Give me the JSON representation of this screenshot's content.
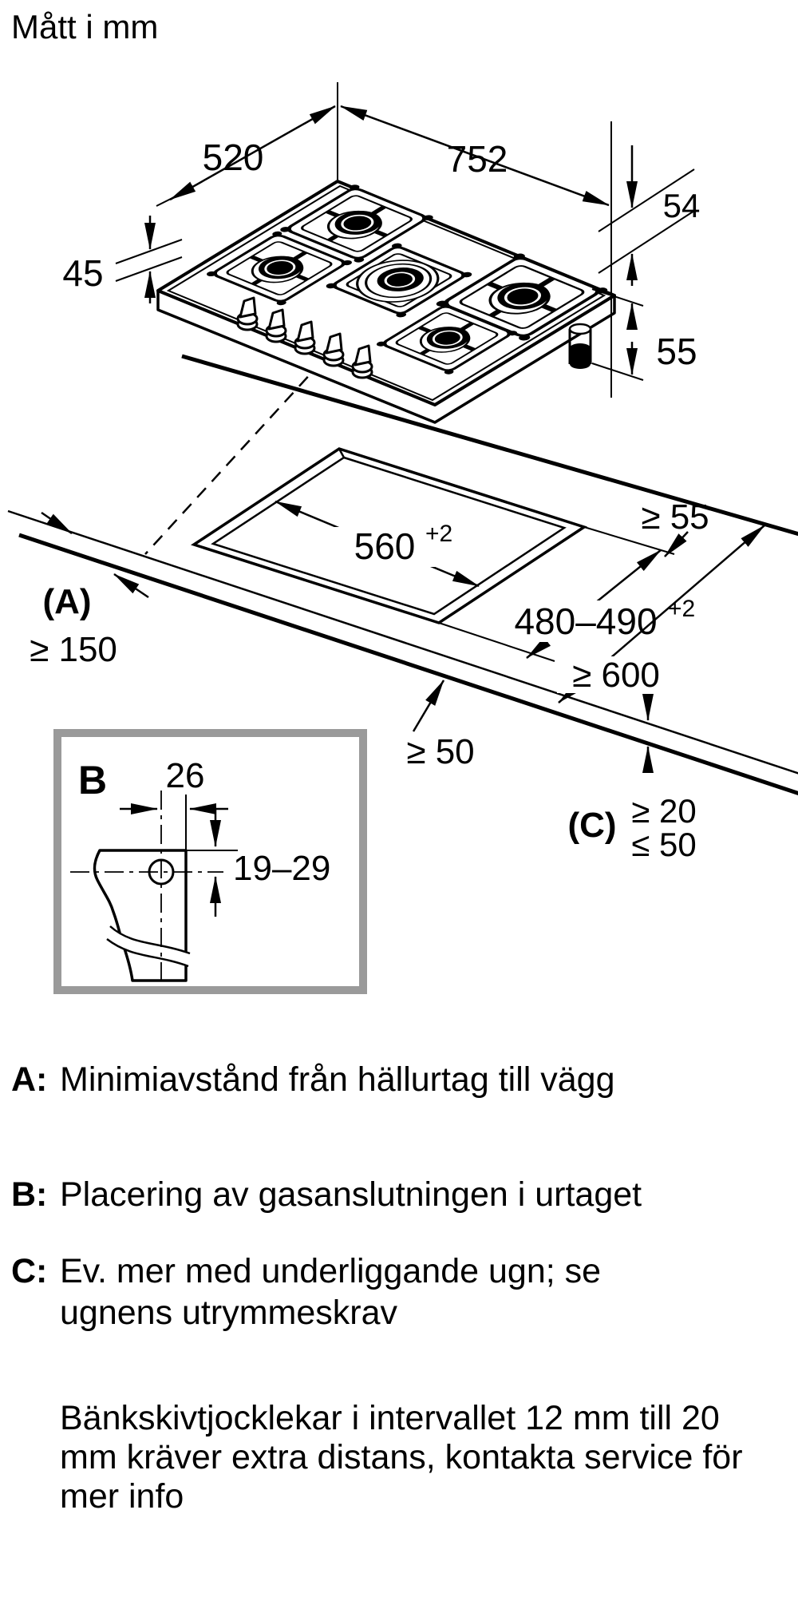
{
  "title": "Mått i mm",
  "hob": {
    "dim_520": "520",
    "dim_752": "752",
    "dim_54": "54",
    "dim_45": "45",
    "dim_55": "55"
  },
  "worktop": {
    "dim_560": "560",
    "dim_560_sup": "+2",
    "dim_min_55": "≥ 55",
    "label_a": "(A)",
    "dim_min_150": "≥ 150",
    "dim_480_490": "480–490",
    "dim_480_sup": "+2",
    "dim_min_600": "≥ 600",
    "dim_min_50": "≥ 50",
    "label_c": "(C)",
    "dim_c_min_20": "≥ 20",
    "dim_c_max_50": "≤ 50"
  },
  "detail_b": {
    "label": "B",
    "dim_26": "26",
    "dim_19_29": "19–29"
  },
  "legend": {
    "a_key": "A:",
    "a_text": "Minimiavstånd från hällurtag till vägg",
    "b_key": "B:",
    "b_text": "Placering av gasanslutningen i urtaget",
    "c_key": "C:",
    "c_text": "Ev. mer med underliggande ugn; se ugnens utrymmeskrav"
  },
  "note": "Bänkskivtjocklekar i intervallet 12 mm till 20 mm kräver extra distans, kontakta service för mer info",
  "colors": {
    "line": "#000000",
    "detail_frame": "#9a9a9a",
    "background": "#ffffff"
  }
}
